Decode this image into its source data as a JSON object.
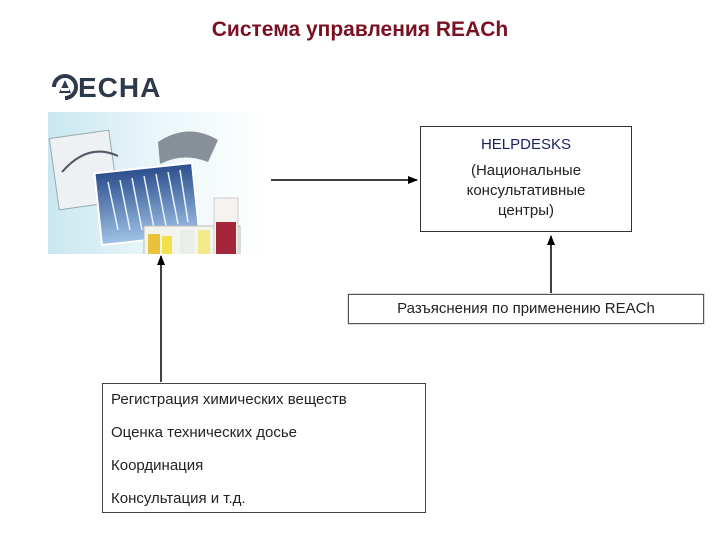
{
  "title": "Система управления REACh",
  "logo": {
    "text": "ECHA"
  },
  "helpdesk": {
    "title": "HELPDESKS",
    "subtitle": "(Национальные\nконсультативные\nцентры)"
  },
  "explanation": "Разъяснения по применению REACh",
  "tasks": [
    "Регистрация химических веществ",
    "Оценка технических досье",
    "Координация",
    "Консультация и т.д."
  ]
}
